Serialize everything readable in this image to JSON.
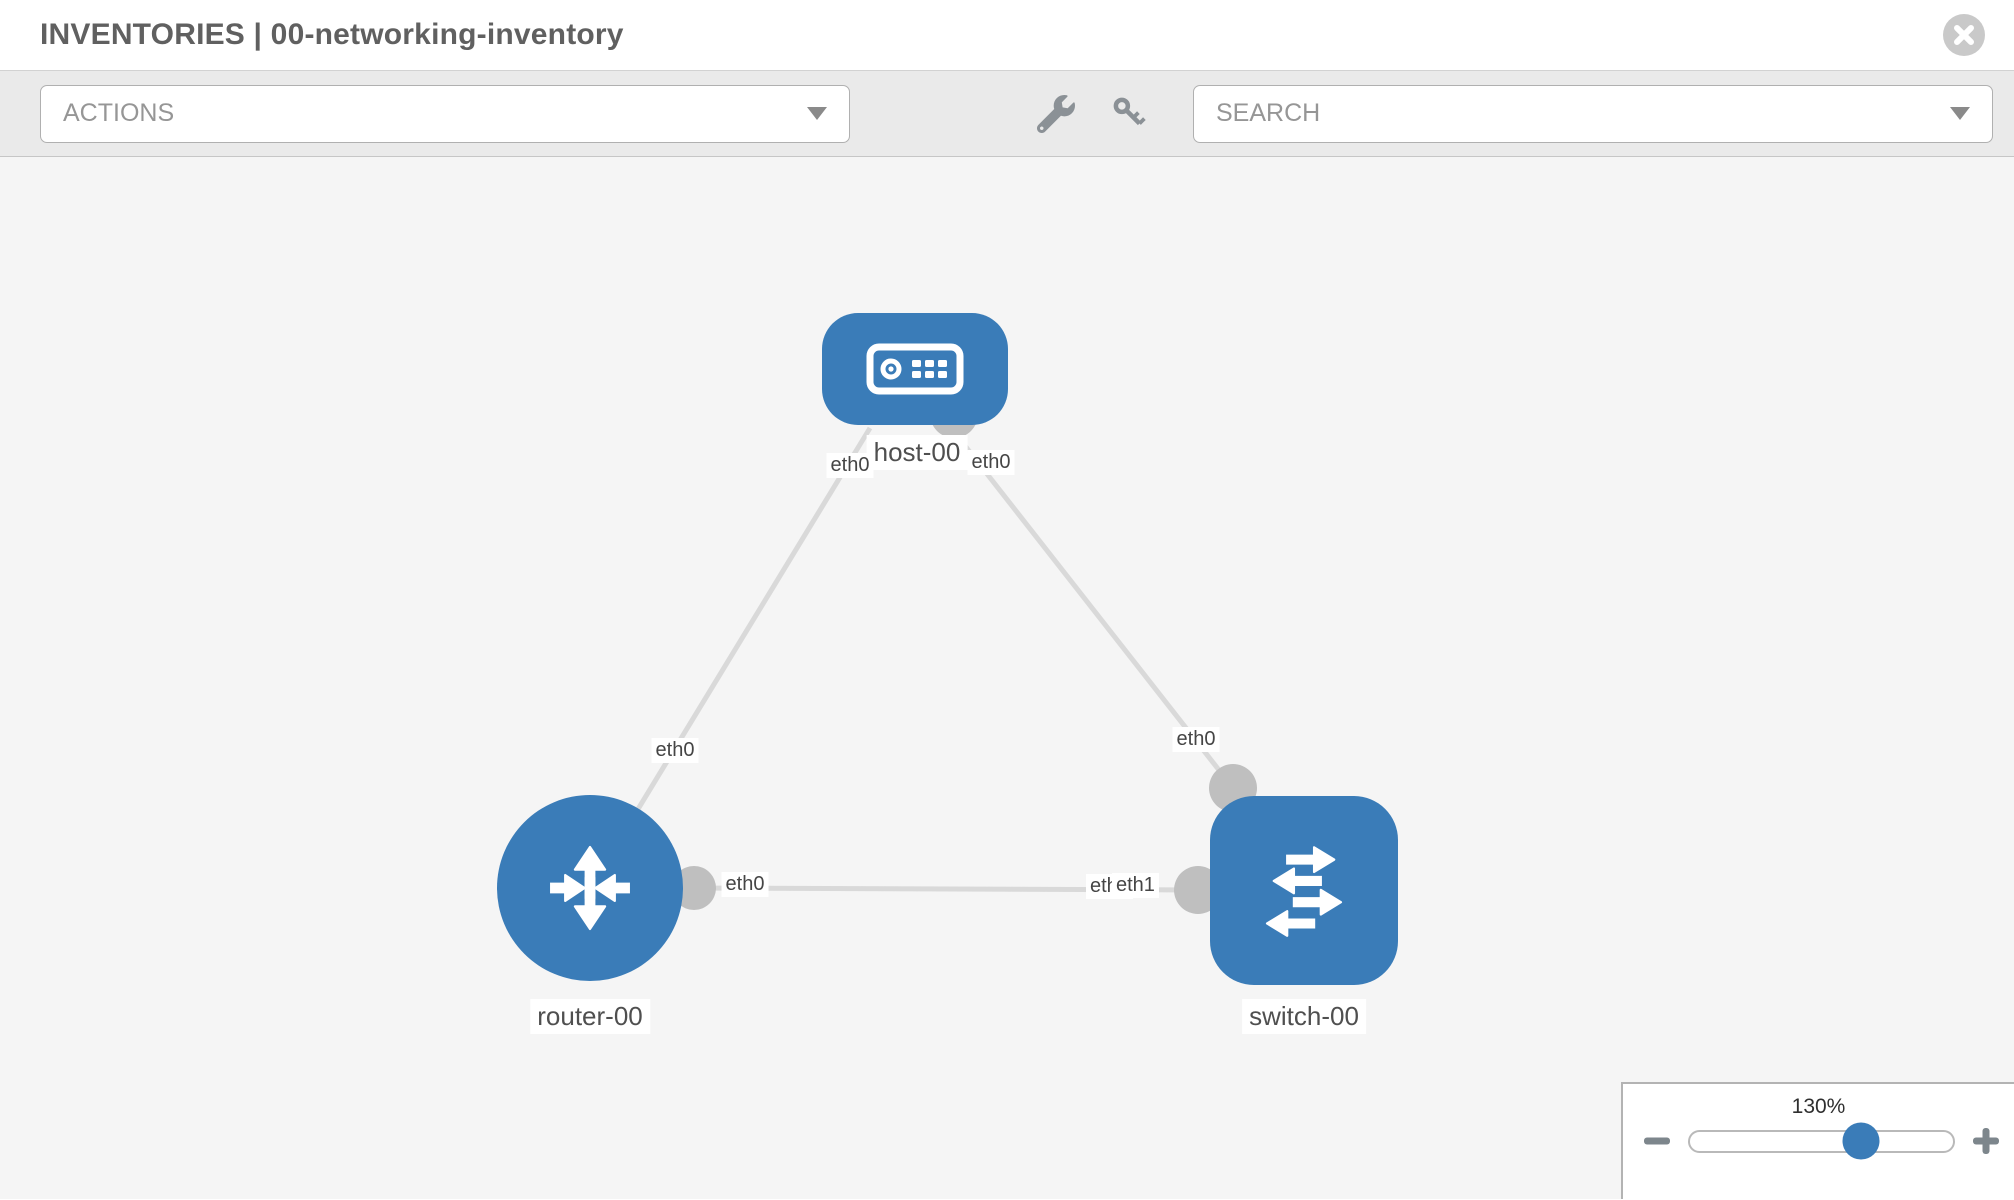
{
  "header": {
    "title": "INVENTORIES | 00-networking-inventory",
    "close_icon": "circle-x"
  },
  "toolbar": {
    "actions_label": "ACTIONS",
    "search_placeholder": "SEARCH",
    "icons": [
      "wrench-icon",
      "key-icon",
      "caret-down-icon"
    ]
  },
  "topology": {
    "nodes": [
      {
        "id": "host-00",
        "label": "host-00",
        "type": "host"
      },
      {
        "id": "router-00",
        "label": "router-00",
        "type": "router"
      },
      {
        "id": "switch-00",
        "label": "switch-00",
        "type": "switch"
      }
    ],
    "links": [
      {
        "from": "host-00",
        "to": "router-00"
      },
      {
        "from": "host-00",
        "to": "switch-00"
      },
      {
        "from": "router-00",
        "to": "switch-00"
      }
    ],
    "interface_labels": [
      {
        "text": "eth0"
      },
      {
        "text": "eth0"
      },
      {
        "text": "eth0"
      },
      {
        "text": "eth0"
      },
      {
        "text": "eth0"
      },
      {
        "text": "eth1"
      },
      {
        "text": "eth0"
      }
    ],
    "colors": {
      "node_blue": "#3a7cb8",
      "link_gray": "#d9d9d9",
      "interface_gray": "#bfbfbf"
    }
  },
  "zoom_control": {
    "level": "130%",
    "minus_icon": "minus",
    "plus_icon": "plus",
    "slider_fraction": 0.65
  }
}
